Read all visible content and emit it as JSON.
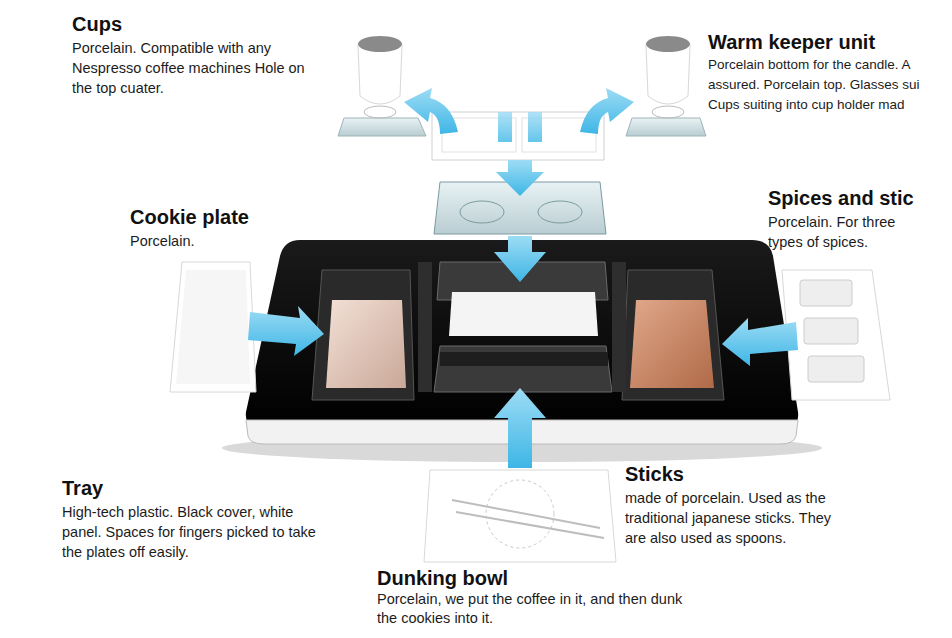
{
  "diagram": {
    "labels": [
      "Cups",
      "Porcelain. Compatible with any Nespresso coffee machines Hole on the top cuater.",
      "Warm keeper unit",
      "Porcelain bottom for the candle. A assured. Porcelain top. Glasses sui Cups suiting into cup holder mad",
      "Cookie plate",
      "Porcelain.",
      "Spices and stic",
      "Porcelain. For three types of spices.",
      "Tray",
      "High-tech plastic. Black cover, white panel. Spaces for fingers picked to take the plates off easily.",
      "Sticks",
      "made of porcelain. Used as the traditional japanese sticks. They are also used as spoons.",
      "Dunking bowl",
      "Porcelain, we put the coffee in it, and then dunk the cookies into it."
    ]
  }
}
